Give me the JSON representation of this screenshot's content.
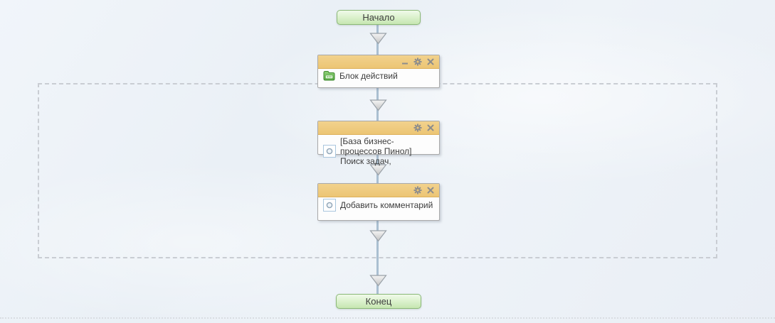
{
  "flow": {
    "start": {
      "label": "Начало"
    },
    "end": {
      "label": "Конец"
    },
    "blocks": [
      {
        "label": "Блок действий",
        "icon": "actions-folder-icon",
        "controls": [
          "minimize",
          "settings",
          "close"
        ]
      },
      {
        "label": "[База бизнес-процессов Пинол] Поиск задач,",
        "icon": "activity-icon",
        "controls": [
          "settings",
          "close"
        ]
      },
      {
        "label": "Добавить комментарий",
        "icon": "activity-icon",
        "controls": [
          "settings",
          "close"
        ]
      }
    ],
    "colors": {
      "block_header": "#ecc574",
      "block_border": "#a9a9a9",
      "pill_fill": "#c6e6b1",
      "pill_border": "#8bb977",
      "connector": "#aabfd1",
      "dashed_region_border": "#c9cdd3",
      "canvas_background": "#edf2f8"
    }
  }
}
